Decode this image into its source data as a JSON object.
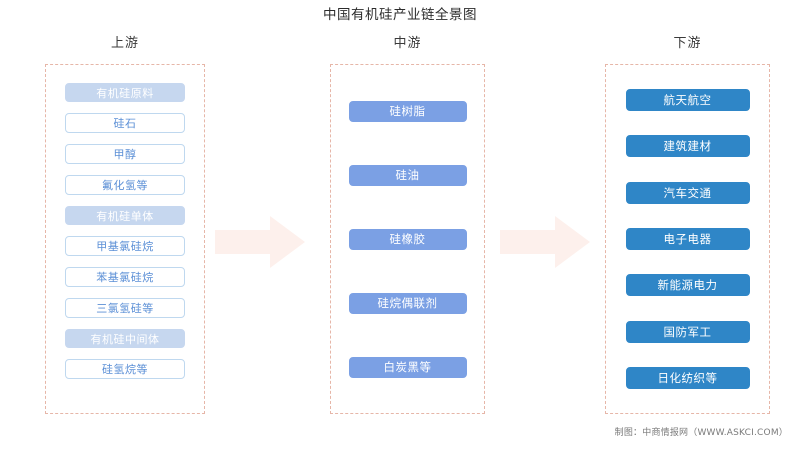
{
  "title": "中国有机硅产业链全景图",
  "columns": {
    "upstream": {
      "header": "上游",
      "nodes": [
        {
          "label": "有机硅原料",
          "kind": "group"
        },
        {
          "label": "硅石",
          "kind": "item"
        },
        {
          "label": "甲醇",
          "kind": "item"
        },
        {
          "label": "氟化氢等",
          "kind": "item"
        },
        {
          "label": "有机硅单体",
          "kind": "group"
        },
        {
          "label": "甲基氯硅烷",
          "kind": "item"
        },
        {
          "label": "苯基氯硅烷",
          "kind": "item"
        },
        {
          "label": "三氯氢硅等",
          "kind": "item"
        },
        {
          "label": "有机硅中间体",
          "kind": "group"
        },
        {
          "label": "硅氢烷等",
          "kind": "item"
        }
      ]
    },
    "midstream": {
      "header": "中游",
      "nodes": [
        {
          "label": "硅树脂"
        },
        {
          "label": "硅油"
        },
        {
          "label": "硅橡胶"
        },
        {
          "label": "硅烷偶联剂"
        },
        {
          "label": "白炭黑等"
        }
      ]
    },
    "downstream": {
      "header": "下游",
      "nodes": [
        {
          "label": "航天航空"
        },
        {
          "label": "建筑建材"
        },
        {
          "label": "汽车交通"
        },
        {
          "label": "电子电器"
        },
        {
          "label": "新能源电力"
        },
        {
          "label": "国防军工"
        },
        {
          "label": "日化纺织等"
        }
      ]
    }
  },
  "arrows": [
    {
      "name": "arrow-upstream-to-midstream",
      "direction": "right"
    },
    {
      "name": "arrow-midstream-to-downstream",
      "direction": "right"
    }
  ],
  "credit": "制图：中商情报网（WWW.ASKCI.COM）",
  "colors": {
    "upstream_group_fill": "#c6d7ef",
    "upstream_item_border": "#bfd8ef",
    "upstream_item_text": "#5b8fd6",
    "midstream_fill": "#7ba0e4",
    "downstream_fill": "#2f86c7",
    "stage_border": "#e6b6a8",
    "arrow_fill": "#fdf0ec",
    "title_text": "#2b2b2b"
  }
}
